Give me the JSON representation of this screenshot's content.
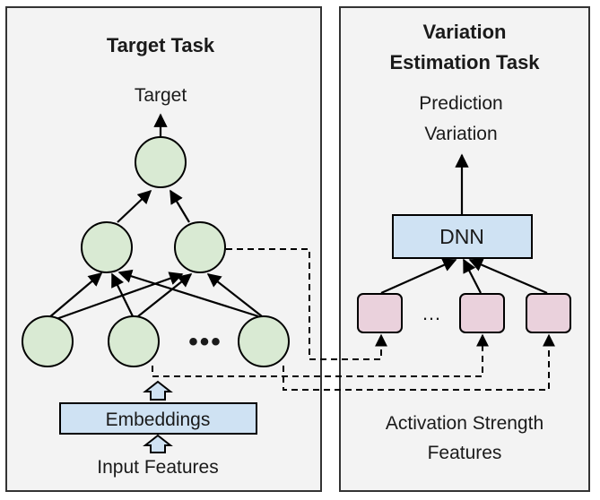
{
  "left_panel": {
    "title": "Target Task",
    "output_label": "Target",
    "embeddings_label": "Embeddings",
    "input_label": "Input Features",
    "ellipsis": "•••"
  },
  "right_panel": {
    "title_line1": "Variation",
    "title_line2": "Estimation Task",
    "output_line1": "Prediction",
    "output_line2": "Variation",
    "dnn_label": "DNN",
    "ellipsis": "…",
    "features_line1": "Activation Strength",
    "features_line2": "Features"
  },
  "colors": {
    "panel_bg": "#f3f3f3",
    "panel_border": "#333333",
    "node_fill": "#d9ead3",
    "feature_fill": "#ead1dc",
    "box_fill": "#cfe2f3",
    "line": "#000000"
  }
}
